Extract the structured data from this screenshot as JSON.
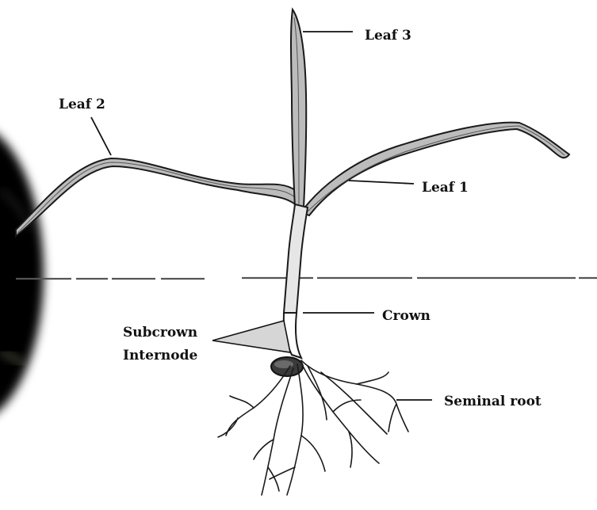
{
  "diagram": {
    "labels": {
      "leaf3": "Leaf 3",
      "leaf2": "Leaf 2",
      "leaf1": "Leaf 1",
      "crown": "Crown",
      "subcrown_line1": "Subcrown",
      "subcrown_line2": "Internode",
      "seminal_root": "Seminal root"
    },
    "colors": {
      "ink": "#1a1a1a",
      "leaf_fill": "#bdbdbd",
      "internode_fill": "#d9d9d9",
      "seed": "#3a3a3a",
      "soil_line": "#555555"
    }
  }
}
